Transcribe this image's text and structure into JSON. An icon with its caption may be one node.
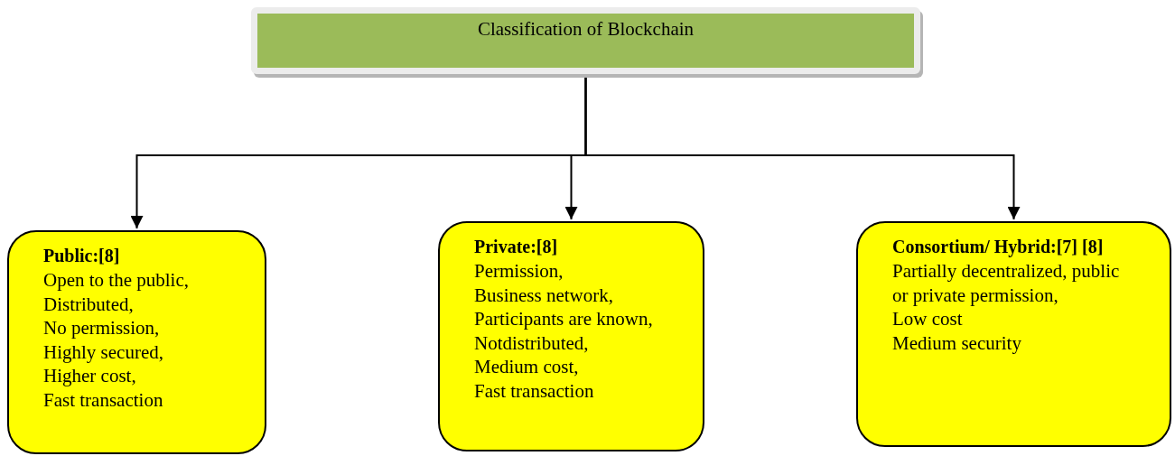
{
  "diagram": {
    "nodes": [
      {
        "text": [
          "Classification of Blockchain"
        ]
      },
      {
        "text": [
          "Public:[8]",
          "Open to the public,",
          "Distributed,",
          "No permission,",
          "Highly secured,",
          "Higher cost,",
          "Fast transaction"
        ]
      },
      {
        "text": [
          "Private:[8]",
          "Permission,",
          "Business network,",
          "Participants are known,",
          "Notdistributed,",
          "Medium cost,",
          "Fast transaction"
        ]
      },
      {
        "text": [
          "Consortium/ Hybrid:[7] [8]",
          "Partially decentralized, public or private permission,",
          "Low cost",
          "Medium security"
        ]
      }
    ],
    "edges": [
      {
        "from": 0,
        "to": 1,
        "arrow": "to"
      },
      {
        "from": 0,
        "to": 2,
        "arrow": "to"
      },
      {
        "from": 0,
        "to": 3,
        "arrow": "to"
      }
    ]
  }
}
